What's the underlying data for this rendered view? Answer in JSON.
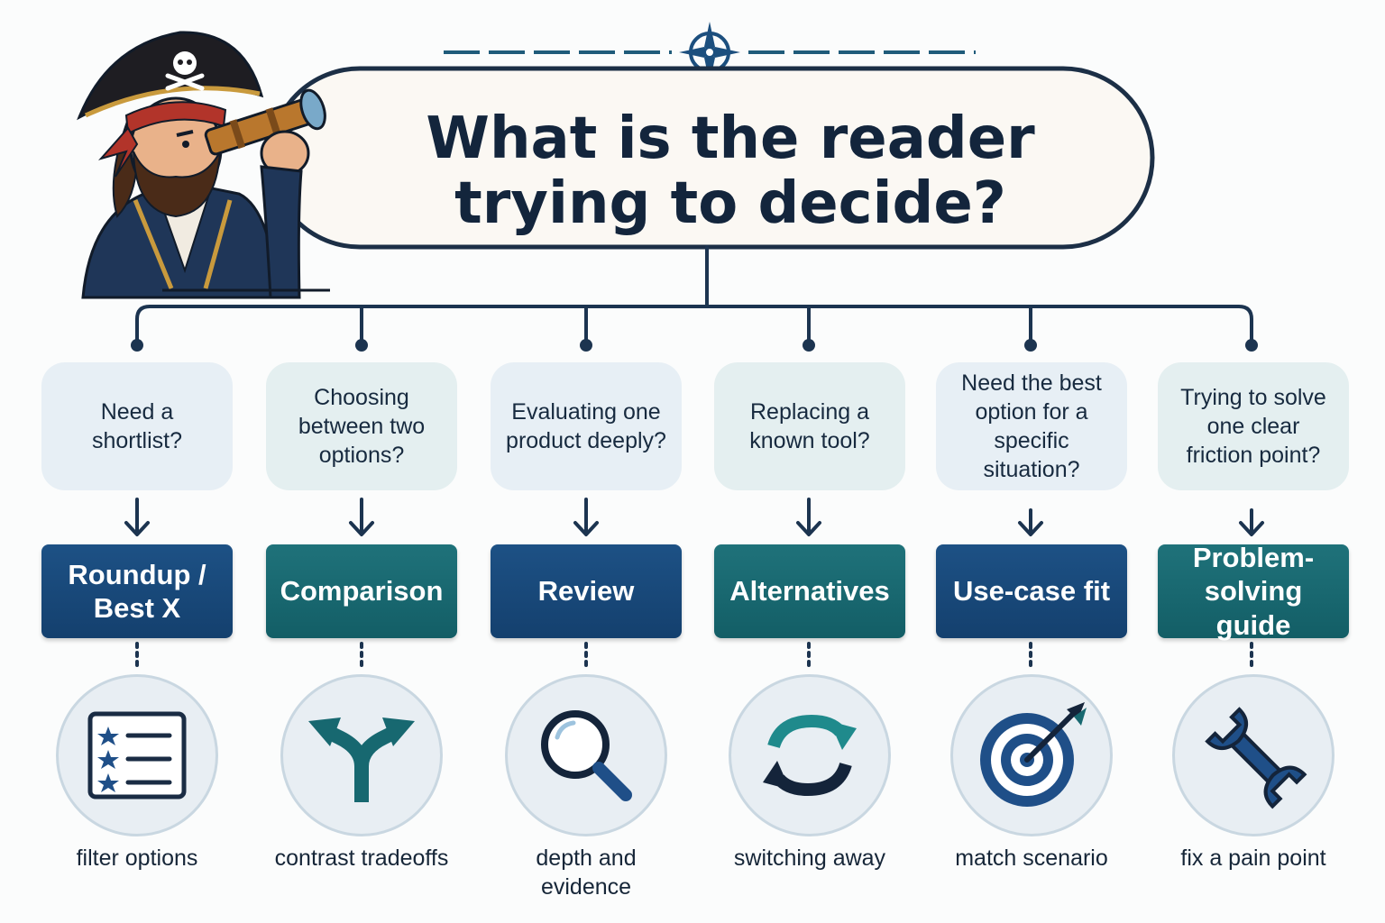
{
  "title": {
    "line1": "What is the reader",
    "line2": "trying to decide?"
  },
  "columns": [
    {
      "question": "Need a shortlist?",
      "type": "Roundup / Best X",
      "icon": "checklist-icon",
      "caption": "filter options"
    },
    {
      "question": "Choosing between two options?",
      "type": "Comparison",
      "icon": "fork-arrows-icon",
      "caption": "contrast tradeoffs"
    },
    {
      "question": "Evaluating one product deeply?",
      "type": "Review",
      "icon": "magnifier-icon",
      "caption": "depth and evidence"
    },
    {
      "question": "Replacing a known tool?",
      "type": "Alternatives",
      "icon": "swap-arrows-icon",
      "caption": "switching away"
    },
    {
      "question": "Need the best option for a specific situation?",
      "type": "Use-case fit",
      "icon": "target-icon",
      "caption": "match scenario"
    },
    {
      "question": "Trying to solve one clear friction point?",
      "type": "Problem-solving guide",
      "icon": "wrench-icon",
      "caption": "fix a pain point"
    }
  ],
  "colors": {
    "navy": "#1a4a7c",
    "teal": "#176870",
    "ink": "#13253c",
    "connector": "#1c3450"
  },
  "decorations": {
    "mascot": "pirate-with-spyglass",
    "emblem": "compass-rose-icon"
  }
}
